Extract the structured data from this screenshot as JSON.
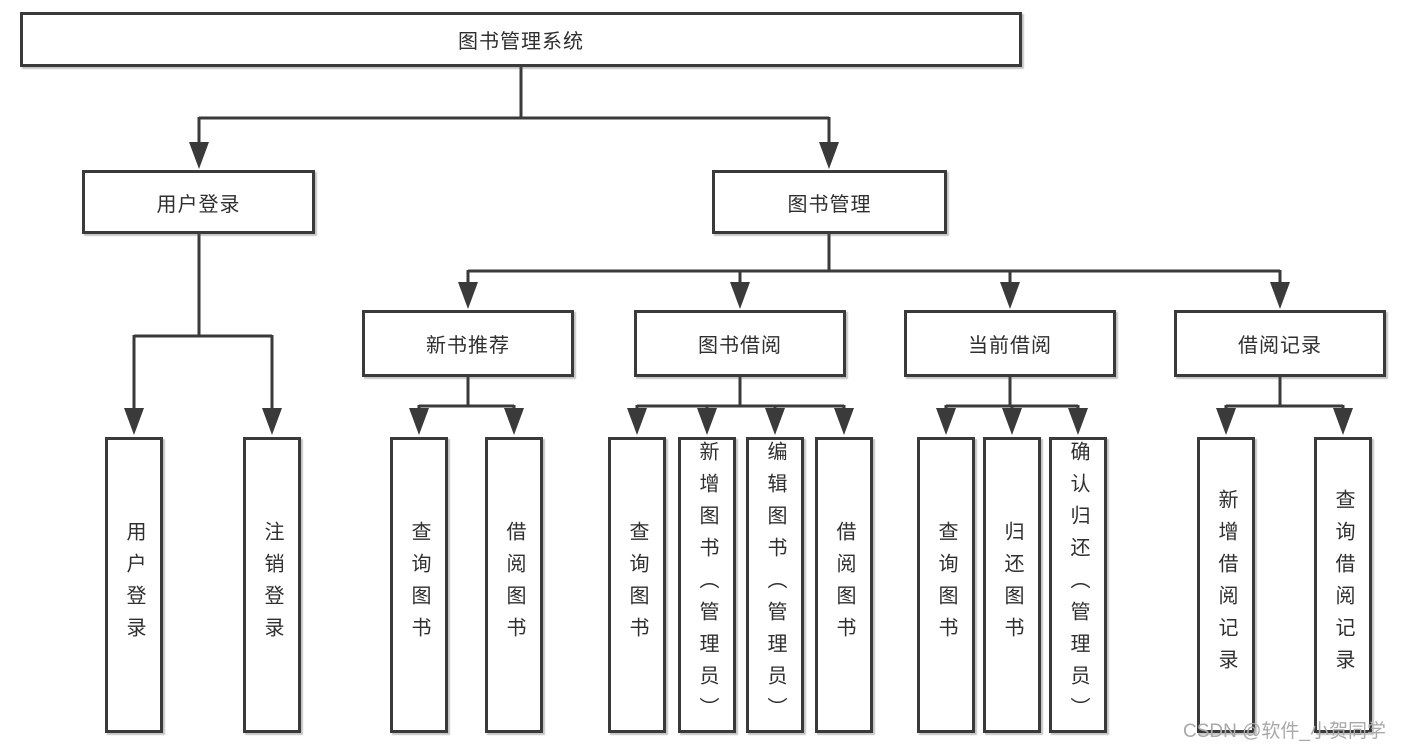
{
  "diagram": {
    "root": "图书管理系统",
    "level2": [
      {
        "label": "用户登录",
        "children": [
          "用户登录",
          "注销登录"
        ]
      },
      {
        "label": "图书管理"
      }
    ],
    "modules": [
      {
        "label": "新书推荐",
        "children": [
          "查询图书",
          "借阅图书"
        ]
      },
      {
        "label": "图书借阅",
        "children": [
          "查询图书",
          "新增图书（管理员）",
          "编辑图书（管理员）",
          "借阅图书"
        ]
      },
      {
        "label": "当前借阅",
        "children": [
          "查询图书",
          "归还图书",
          "确认归还（管理员）"
        ]
      },
      {
        "label": "借阅记录",
        "children": [
          "新增借阅记录",
          "查询借阅记录"
        ]
      }
    ],
    "watermark": "CSDN @软件_小贺同学",
    "colors": {
      "line": "#3a3a3a",
      "text": "#2f2f2f",
      "watermark": "#a9a9a9",
      "background": "#ffffff"
    }
  }
}
